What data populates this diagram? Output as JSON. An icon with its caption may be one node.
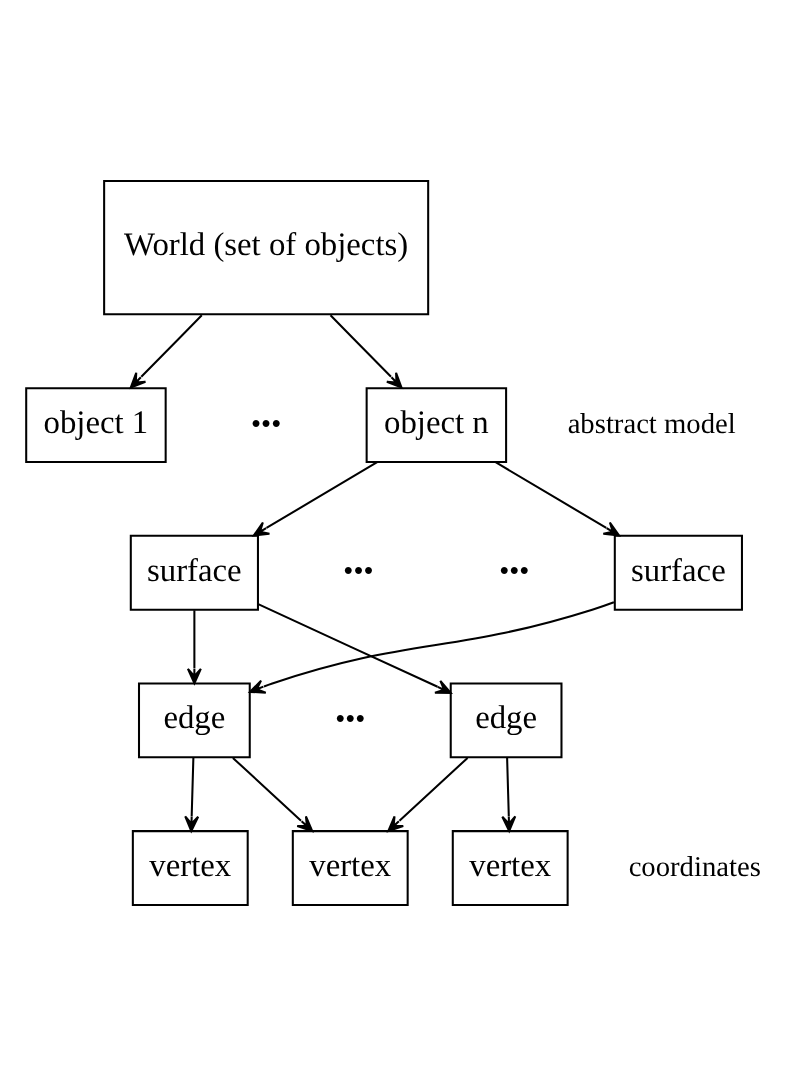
{
  "diagram": {
    "nodes": [
      {
        "text": [
          "World (set of objects)"
        ]
      },
      {
        "text": [
          "object 1"
        ]
      },
      {
        "text": [
          "object n"
        ]
      },
      {
        "text": [
          "surface"
        ]
      },
      {
        "text": [
          "surface"
        ]
      },
      {
        "text": [
          "edge"
        ]
      },
      {
        "text": [
          "edge"
        ]
      },
      {
        "text": [
          "vertex"
        ]
      },
      {
        "text": [
          "vertex"
        ]
      },
      {
        "text": [
          "vertex"
        ]
      }
    ],
    "edges": [
      {
        "from": 0,
        "to": 1,
        "arrow": "to"
      },
      {
        "from": 0,
        "to": 2,
        "arrow": "to"
      },
      {
        "from": 2,
        "to": 3,
        "arrow": "to"
      },
      {
        "from": 2,
        "to": 4,
        "arrow": "to"
      },
      {
        "from": 3,
        "to": 5,
        "arrow": "to"
      },
      {
        "from": 3,
        "to": 6,
        "arrow": "to"
      },
      {
        "from": 4,
        "to": 5,
        "arrow": "to"
      },
      {
        "from": 5,
        "to": 7,
        "arrow": "to"
      },
      {
        "from": 5,
        "to": 8,
        "arrow": "to"
      },
      {
        "from": 6,
        "to": 8,
        "arrow": "to"
      },
      {
        "from": 6,
        "to": 9,
        "arrow": "to"
      }
    ],
    "labels": [
      "•••",
      "•••",
      "•••",
      "•••",
      "abstract model",
      "coordinates"
    ]
  }
}
